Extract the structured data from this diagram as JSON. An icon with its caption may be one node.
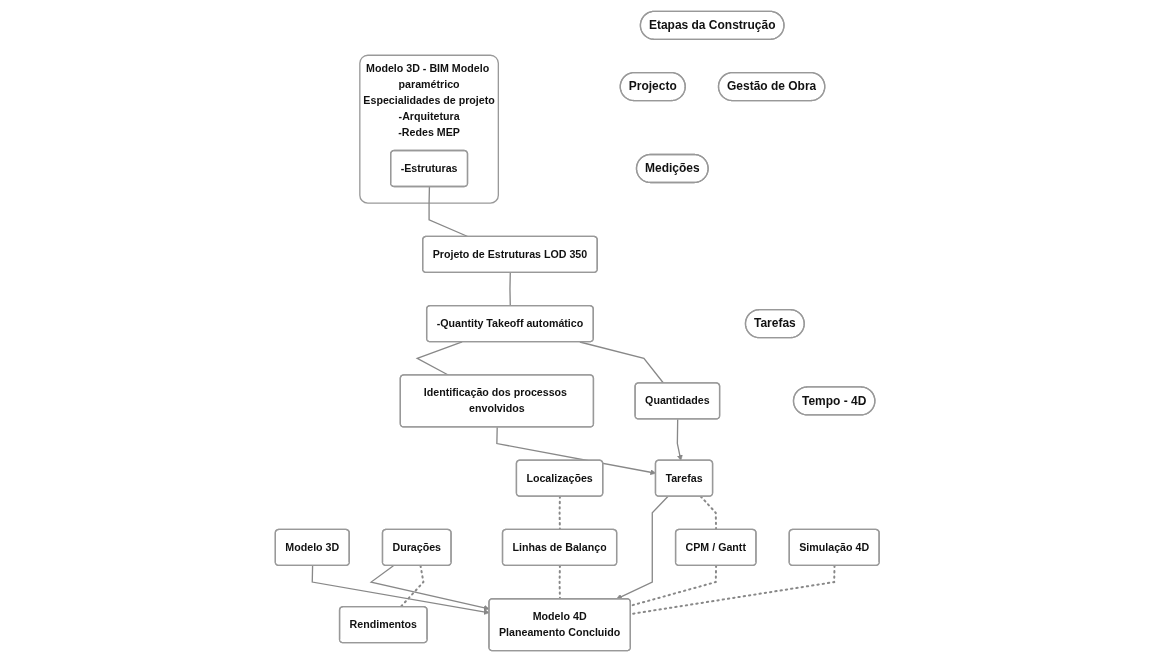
{
  "diagram": {
    "nodes": [
      {
        "text": [
          "Etapas da Construção"
        ]
      },
      {
        "text": [
          "Projecto"
        ]
      },
      {
        "text": [
          "Gestão de Obra"
        ]
      },
      {
        "text": [
          "Medições"
        ]
      },
      {
        "text": [
          "Tarefas"
        ]
      },
      {
        "text": [
          "Tempo - 4D"
        ]
      },
      {
        "text": [
          "Modelo 3D - BIM Modelo paramétrico",
          "Especialidades de projeto",
          "-Arquitetura",
          "-Redes MEP"
        ]
      },
      {
        "text": [
          "-Estruturas"
        ],
        "in": 6
      },
      {
        "text": [
          "Projeto de Estruturas LOD 350"
        ]
      },
      {
        "text": [
          "-Quantity Takeoff automático"
        ]
      },
      {
        "text": [
          "Localizações"
        ]
      },
      {
        "text": [
          "Identificação dos processos envolvidos"
        ]
      },
      {
        "text": [
          "Quantidades"
        ]
      },
      {
        "text": [
          "Tarefas"
        ]
      },
      {
        "text": [
          "Modelo 3D"
        ]
      },
      {
        "text": [
          "Durações"
        ]
      },
      {
        "text": [
          "Rendimentos"
        ]
      },
      {
        "text": [
          "CPM / Gantt"
        ]
      },
      {
        "text": [
          "Linhas de Balanço"
        ]
      },
      {
        "text": [
          "Simulação 4D"
        ]
      },
      {
        "text": [
          "Modelo 4D",
          "Planeamento Concluido"
        ]
      }
    ],
    "edges": [
      {
        "from": 7,
        "to": 8,
        "arrow": "none"
      },
      {
        "from": 8,
        "to": 9,
        "arrow": "none"
      },
      {
        "from": 9,
        "to": 11,
        "arrow": "none"
      },
      {
        "from": 9,
        "to": 12,
        "arrow": "none"
      },
      {
        "from": 11,
        "to": 13,
        "arrow": "to"
      },
      {
        "from": 12,
        "to": 13,
        "arrow": "to"
      },
      {
        "from": 13,
        "to": 20,
        "arrow": "to"
      },
      {
        "from": 14,
        "to": 20,
        "arrow": "to"
      },
      {
        "from": 15,
        "to": 20,
        "arrow": "to"
      },
      {
        "from": 15,
        "to": 16,
        "arrow": "none",
        "style": "dashed"
      },
      {
        "from": 13,
        "to": 17,
        "arrow": "none",
        "style": "dashed"
      },
      {
        "from": 19,
        "to": 20,
        "arrow": "none",
        "style": "dashed"
      },
      {
        "from": 17,
        "to": 20,
        "arrow": "none",
        "style": "dashed"
      },
      {
        "from": 18,
        "to": 20,
        "arrow": "none",
        "style": "dashed"
      },
      {
        "from": 10,
        "to": 18,
        "arrow": "none",
        "style": "dashed"
      }
    ]
  }
}
